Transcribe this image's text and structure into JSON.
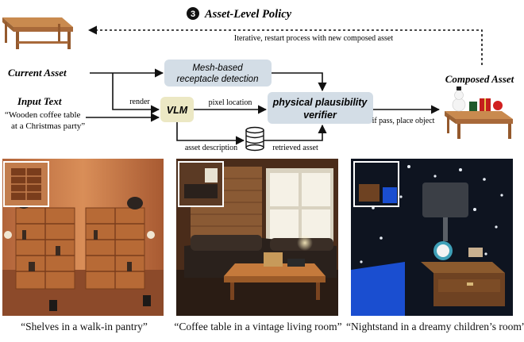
{
  "header": {
    "step_number": "3",
    "title": "Asset-Level Policy",
    "loop_note": "Iterative, restart process with new composed asset"
  },
  "inputs": {
    "current_asset": "Current Asset",
    "input_text_label": "Input Text",
    "input_text_line1": "“Wooden coffee table",
    "input_text_line2": "at a Christmas party”"
  },
  "modules": {
    "mesh_line1": "Mesh-based",
    "mesh_line2": "receptacle detection",
    "vlm": "VLM",
    "verifier_line1": "physical plausibility",
    "verifier_line2": "verifier"
  },
  "edges": {
    "render": "render",
    "pixel_location": "pixel location",
    "asset_description": "asset description",
    "retrieved_asset": "retrieved asset",
    "if_pass": "if pass, place object"
  },
  "output": {
    "composed_asset": "Composed Asset"
  },
  "examples": [
    {
      "caption": "“Shelves in a walk-in pantry”"
    },
    {
      "caption": "“Coffee table in a vintage living room”"
    },
    {
      "caption": "“Nightstand in a dreamy children’s room”"
    }
  ],
  "colors": {
    "module_fill": "#d3dde6",
    "vlm_fill": "#ece8c4",
    "wood": "#b8743a",
    "arrow": "#111111"
  }
}
